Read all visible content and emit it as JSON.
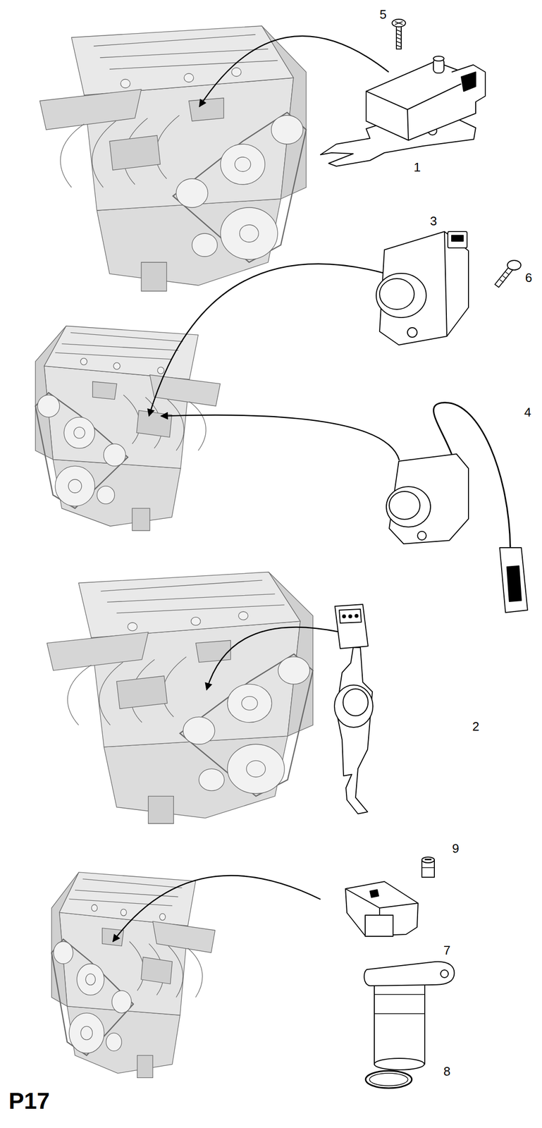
{
  "diagram": {
    "labels": [
      "5",
      "1",
      "3",
      "6",
      "4",
      "2",
      "9",
      "7",
      "8",
      "P17"
    ]
  }
}
